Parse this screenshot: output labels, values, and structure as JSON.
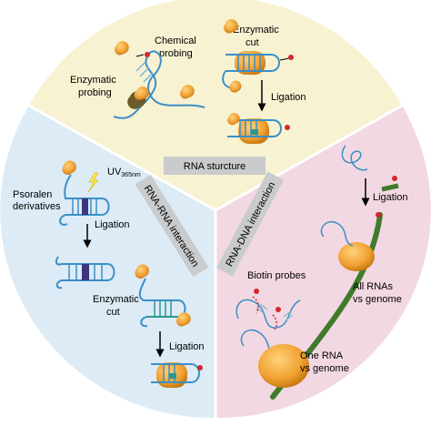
{
  "colors": {
    "top_sector": "#f7f2d2",
    "left_sector": "#dcebf6",
    "right_sector": "#f2d8e2",
    "divider": "#ffffff",
    "section_label_bg": "#c9cbcc",
    "rna_strand": "#3b8fc6",
    "rna_strand_light": "#7fb4db",
    "protein_orange": "#f0a030",
    "protein_dark": "#6b5a2a",
    "psoralen": "#3c3580",
    "dna_green": "#3f7b2a",
    "rna_green_segment": "#2a9a8a",
    "biotin_red": "#d2282e",
    "uv_yellow": "#f5e64a",
    "arrow": "#000000"
  },
  "sections": {
    "structure": "RNA sturcture",
    "rna_rna": "RNA-RNA interaction",
    "rna_dna": "RNA-DNA interaction"
  },
  "labels": {
    "chemical_probing": [
      "Chemical",
      "probing"
    ],
    "enzymatic_probing": [
      "Enzymatic",
      "probing"
    ],
    "enzymatic_cut_top": [
      "Enzymatic",
      "cut"
    ],
    "ligation_top": "Ligation",
    "uv": "UV",
    "uv_sub": "365nm",
    "psoralen": [
      "Psoralen",
      "derivatives"
    ],
    "ligation_left_1": "Ligation",
    "enzymatic_cut_left": [
      "Enzymatic",
      "cut"
    ],
    "ligation_left_2": "Ligation",
    "ligation_right": "Ligation",
    "biotin_probes": "Biotin probes",
    "all_rnas": [
      "All RNAs",
      "vs genome"
    ],
    "one_rna": [
      "One RNA",
      "vs genome"
    ]
  },
  "icons": {
    "protein": "orange-protein-blob-icon",
    "biotin": "red-biotin-dot-icon",
    "uv": "lightning-bolt-icon",
    "arrow": "down-arrow-icon",
    "scissors_protein": "enzyme-cut-icon"
  }
}
